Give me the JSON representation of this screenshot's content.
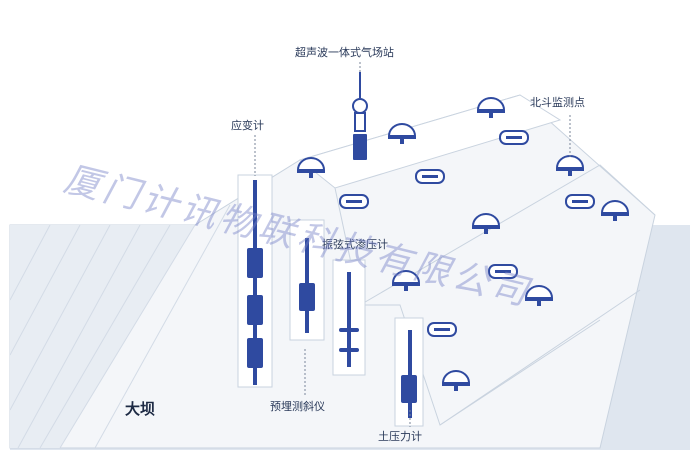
{
  "labels": {
    "weather_station": "超声波一体式气场站",
    "beidou": "北斗监测点",
    "strain_gauge": "应变计",
    "vw_piezometer": "振弦式渗压计",
    "inclinometer": "预埋测斜仪",
    "earth_pressure": "土压力计",
    "dam": "大坝"
  },
  "watermark": "厦门计讯物联科技有限公司",
  "colors": {
    "background": "#ffffff",
    "water": "#dfe6ef",
    "dam_face": "#f4f6f9",
    "dam_top": "#ffffff",
    "outline": "#c9d3df",
    "stripe": "#d3dbe6",
    "sensor": "#2f4aa0",
    "label": "#2a3a5a",
    "watermark": "rgba(120,130,200,0.45)"
  },
  "icons": {
    "beidou_dome": "dome-sensor-icon",
    "beidou_box": "box-sensor-icon",
    "weather_station": "weather-station-icon"
  }
}
